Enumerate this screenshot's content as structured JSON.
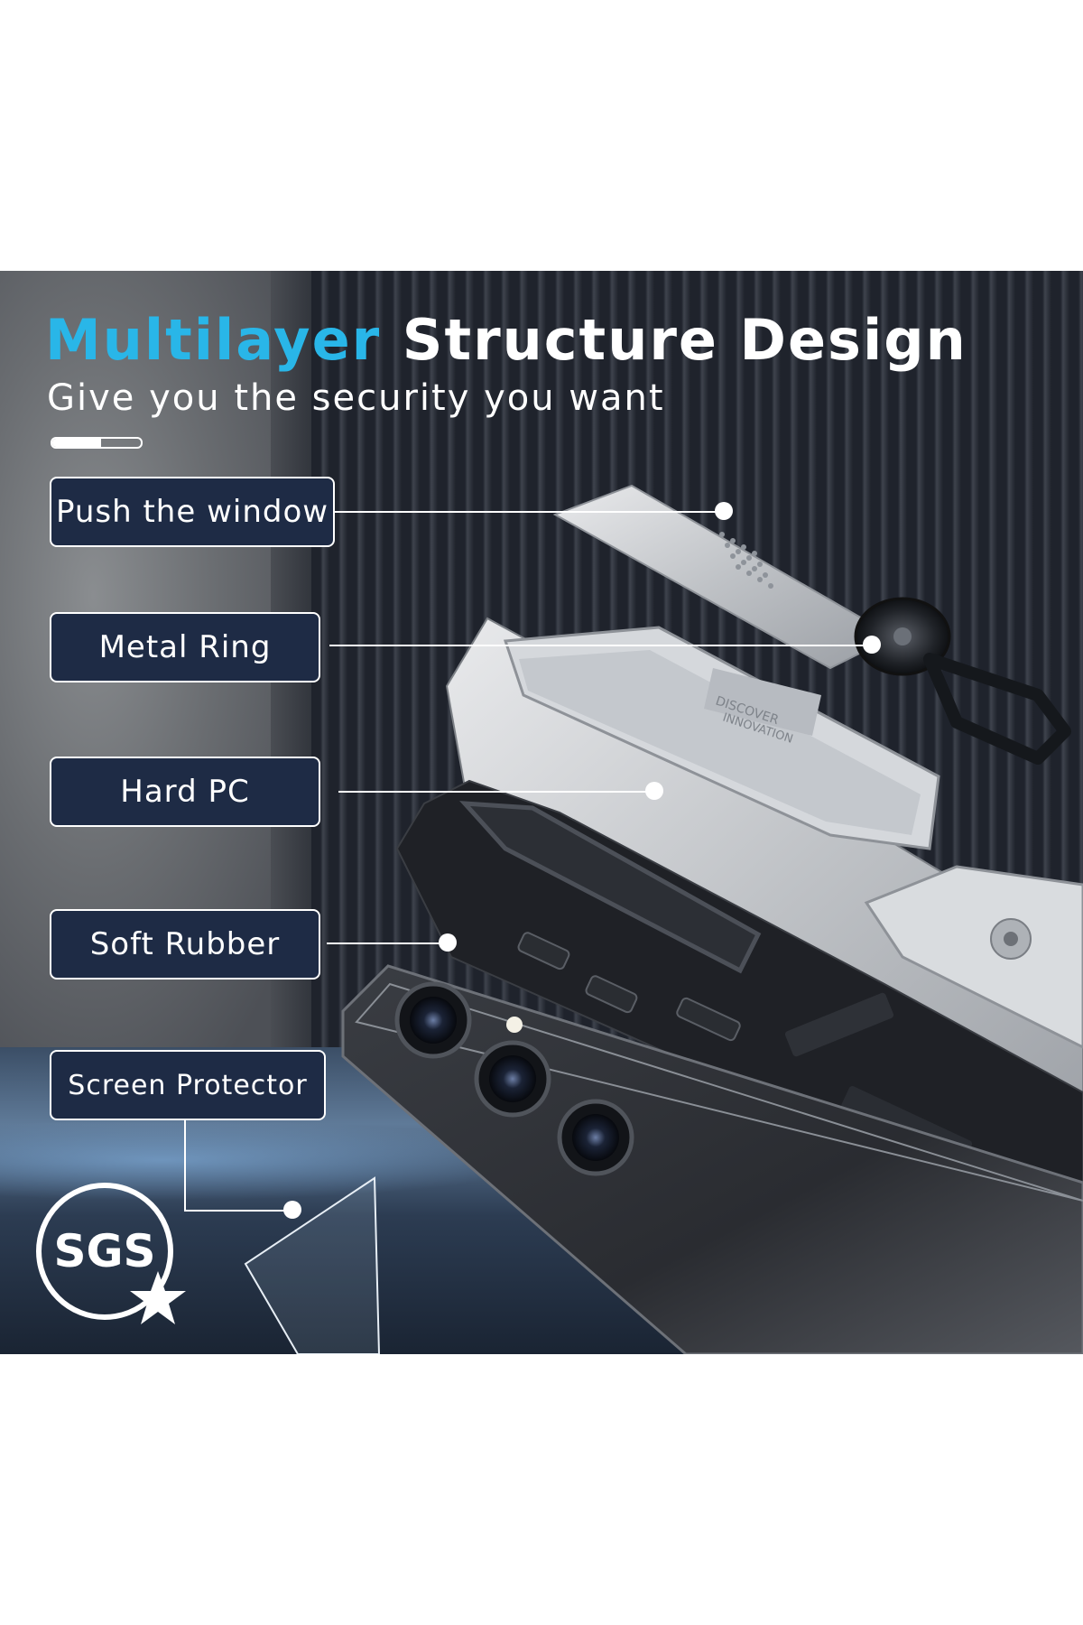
{
  "heading": {
    "accent": "Multilayer",
    "rest": "Structure Design",
    "subtitle": "Give you the security you want"
  },
  "progress_fraction": 0.55,
  "layers": [
    {
      "label": "Push the window"
    },
    {
      "label": "Metal Ring"
    },
    {
      "label": "Hard PC"
    },
    {
      "label": "Soft Rubber"
    },
    {
      "label": "Screen Protector"
    }
  ],
  "badge": {
    "text": "SGS",
    "icon": "star-icon"
  },
  "panel_text": {
    "line1": "DISCOVER",
    "line2": "INNOVATION"
  },
  "colors": {
    "accent": "#29b6e8",
    "label_bg": "#1e2b45"
  }
}
